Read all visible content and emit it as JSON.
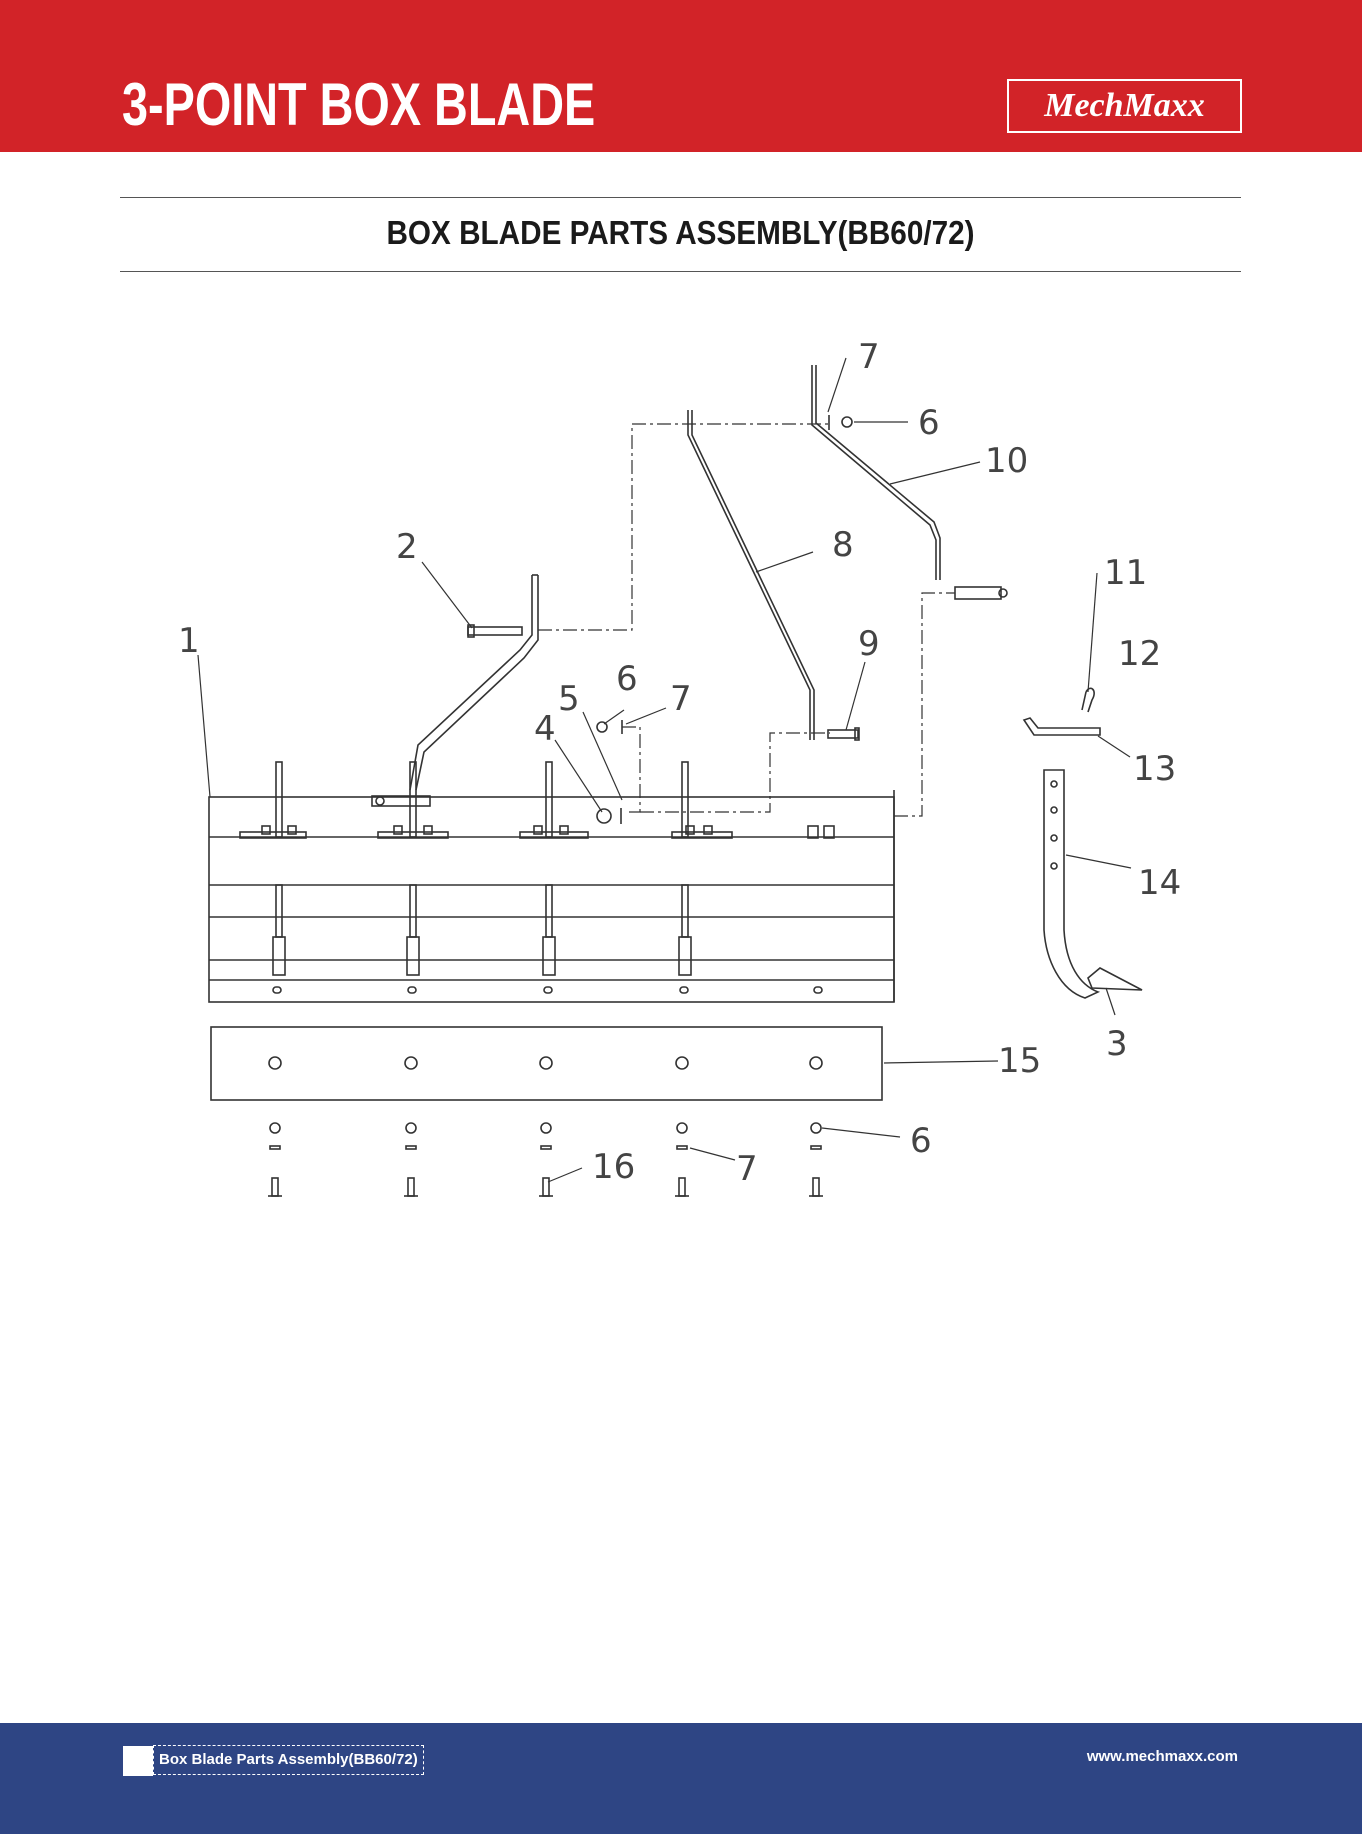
{
  "header": {
    "title": "3-POINT BOX BLADE",
    "logo_text": "MechMaxx",
    "background_color": "#d22328"
  },
  "section": {
    "title": "BOX BLADE PARTS ASSEMBLY(BB60/72)"
  },
  "diagram": {
    "callouts": {
      "c1": "1",
      "c2": "2",
      "c3": "3",
      "c4": "4",
      "c5": "5",
      "c6a": "6",
      "c6b": "6",
      "c6c": "6",
      "c7a": "7",
      "c7b": "7",
      "c7c": "7",
      "c8": "8",
      "c9": "9",
      "c10": "10",
      "c11": "11",
      "c12": "12",
      "c13": "13",
      "c14": "14",
      "c15": "15",
      "c16": "16"
    }
  },
  "footer": {
    "label": "Box Blade Parts Assembly(BB60/72)",
    "url": "www.mechmaxx.com",
    "background_color": "#2e4584"
  }
}
